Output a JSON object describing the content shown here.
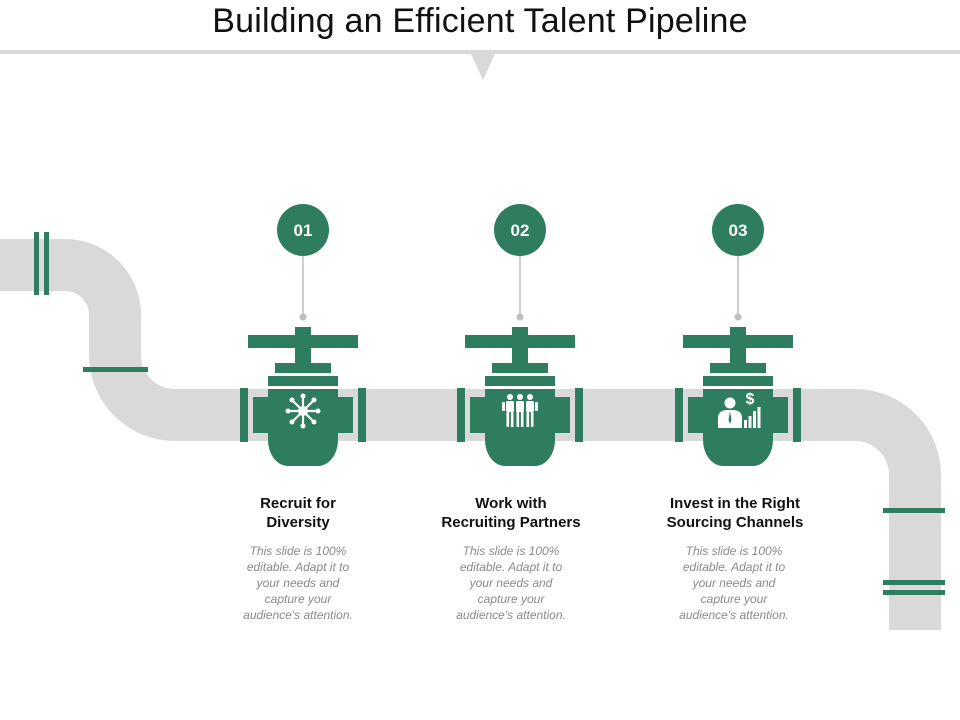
{
  "slide": {
    "title": "Building an Efficient Talent Pipeline"
  },
  "colors": {
    "accent": "#2e7d5e",
    "pipe": "#d9d9d9",
    "divider": "#d9d9d9",
    "connector": "#bfbfbf"
  },
  "steps": [
    {
      "number": "01",
      "title_lines": [
        "Recruit for",
        "Diversity"
      ],
      "desc_lines": [
        "This slide is 100%",
        "editable. Adapt it to",
        "your needs and",
        "capture your",
        "audience's attention."
      ],
      "icon": "gears-tools-icon"
    },
    {
      "number": "02",
      "title_lines": [
        "Work with",
        "Recruiting Partners"
      ],
      "desc_lines": [
        "This slide is 100%",
        "editable. Adapt it to",
        "your needs and",
        "capture your",
        "audience's attention."
      ],
      "icon": "team-people-icon"
    },
    {
      "number": "03",
      "title_lines": [
        "Invest in the Right",
        "Sourcing Channels"
      ],
      "desc_lines": [
        "This slide is 100%",
        "editable. Adapt it to",
        "your needs and",
        "capture your",
        "audience's attention."
      ],
      "icon": "businessman-growth-icon"
    }
  ]
}
